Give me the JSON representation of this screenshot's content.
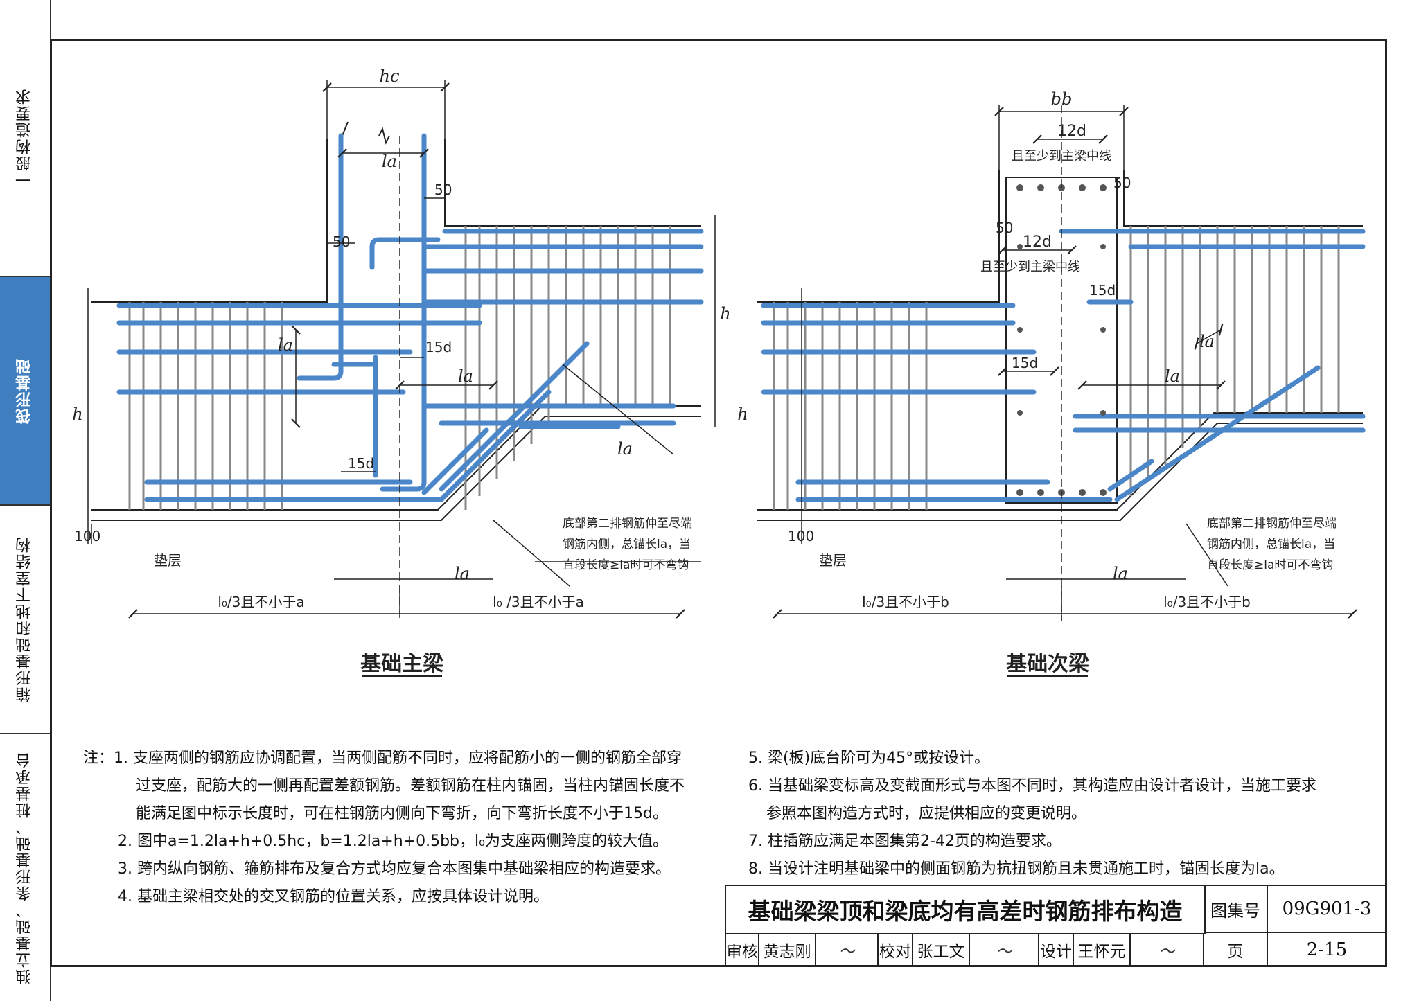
{
  "sidebar": [
    {
      "label": "一般构造要求",
      "active": false
    },
    {
      "label": "筏形基础",
      "active": true
    },
    {
      "label": "箱形基础和地下室结构",
      "active": false
    },
    {
      "label": "独立基础、条形基础、桩基承台",
      "active": false
    }
  ],
  "diagram_left": {
    "title": "基础主梁",
    "dim_top": "hc",
    "labels": {
      "la1": "la",
      "la2": "la",
      "la3": "la",
      "la4": "la",
      "la5": "la",
      "d50a": "50",
      "d50b": "50",
      "d15d_a": "15d",
      "d15d_b": "15d",
      "h_left": "h",
      "h_right": "h",
      "d100": "100",
      "cushion": "垫层",
      "span_left": "l₀/3且不小于a",
      "span_right": "l₀ /3且不小于a",
      "callout": [
        "底部第二排钢筋伸至尽端",
        "钢筋内侧，总锚长la，当",
        "直段长度≥la时可不弯钩"
      ]
    }
  },
  "diagram_right": {
    "title": "基础次梁",
    "dim_top": "bb",
    "labels": {
      "d12d_a": "12d",
      "note_a": "且至少到主梁中线",
      "d12d_b": "12d",
      "note_b": "且至少到主梁中线",
      "d50a": "50",
      "d50b": "50",
      "d15d_a": "15d",
      "d15d_b": "15d",
      "la1": "la",
      "la2": "la",
      "la3": "la",
      "h_left": "h",
      "h_right": "h",
      "d100": "100",
      "cushion": "垫层",
      "span_left": "l₀/3且不小于b",
      "span_right": "l₀/3且不小于b",
      "callout": [
        "底部第二排钢筋伸至尽端",
        "钢筋内侧，总锚长la，当",
        "直段长度≥la时可不弯钩"
      ]
    }
  },
  "notes_left": [
    "注：1. 支座两侧的钢筋应协调配置，当两侧配筋不同时，应将配筋小的一侧的钢筋全部穿",
    "过支座，配筋大的一侧再配置差额钢筋。差额钢筋在柱内锚固，当柱内锚固长度不",
    "能满足图中标示长度时，可在柱钢筋内侧向下弯折，向下弯折长度不小于15d。",
    "2. 图中a=1.2la+h+0.5hc，b=1.2la+h+0.5bb，l₀为支座两侧跨度的较大值。",
    "3. 跨内纵向钢筋、箍筋排布及复合方式均应复合本图集中基础梁相应的构造要求。",
    "4. 基础主梁相交处的交叉钢筋的位置关系，应按具体设计说明。"
  ],
  "notes_right": [
    "5. 梁(板)底台阶可为45°或按设计。",
    "6. 当基础梁变标高及变截面形式与本图不同时，其构造应由设计者设计，当施工要求",
    "参照本图构造方式时，应提供相应的变更说明。",
    "7. 柱插筋应满足本图集第2-42页的构造要求。",
    "8. 当设计注明基础梁中的侧面钢筋为抗扭钢筋且未贯通施工时，锚固长度为la。"
  ],
  "title_block": {
    "title": "基础梁梁顶和梁底均有高差时钢筋排布构造",
    "atlas_label": "图集号",
    "atlas_no": "09G901-3",
    "page_label": "页",
    "page_no": "2-15",
    "review_label": "审核",
    "reviewer": "黄志刚",
    "check_label": "校对",
    "checker": "张工文",
    "design_label": "设计",
    "designer": "王怀元"
  },
  "colors": {
    "rebar": "#4a86c8",
    "line": "#222222",
    "stirrup": "#888888"
  }
}
